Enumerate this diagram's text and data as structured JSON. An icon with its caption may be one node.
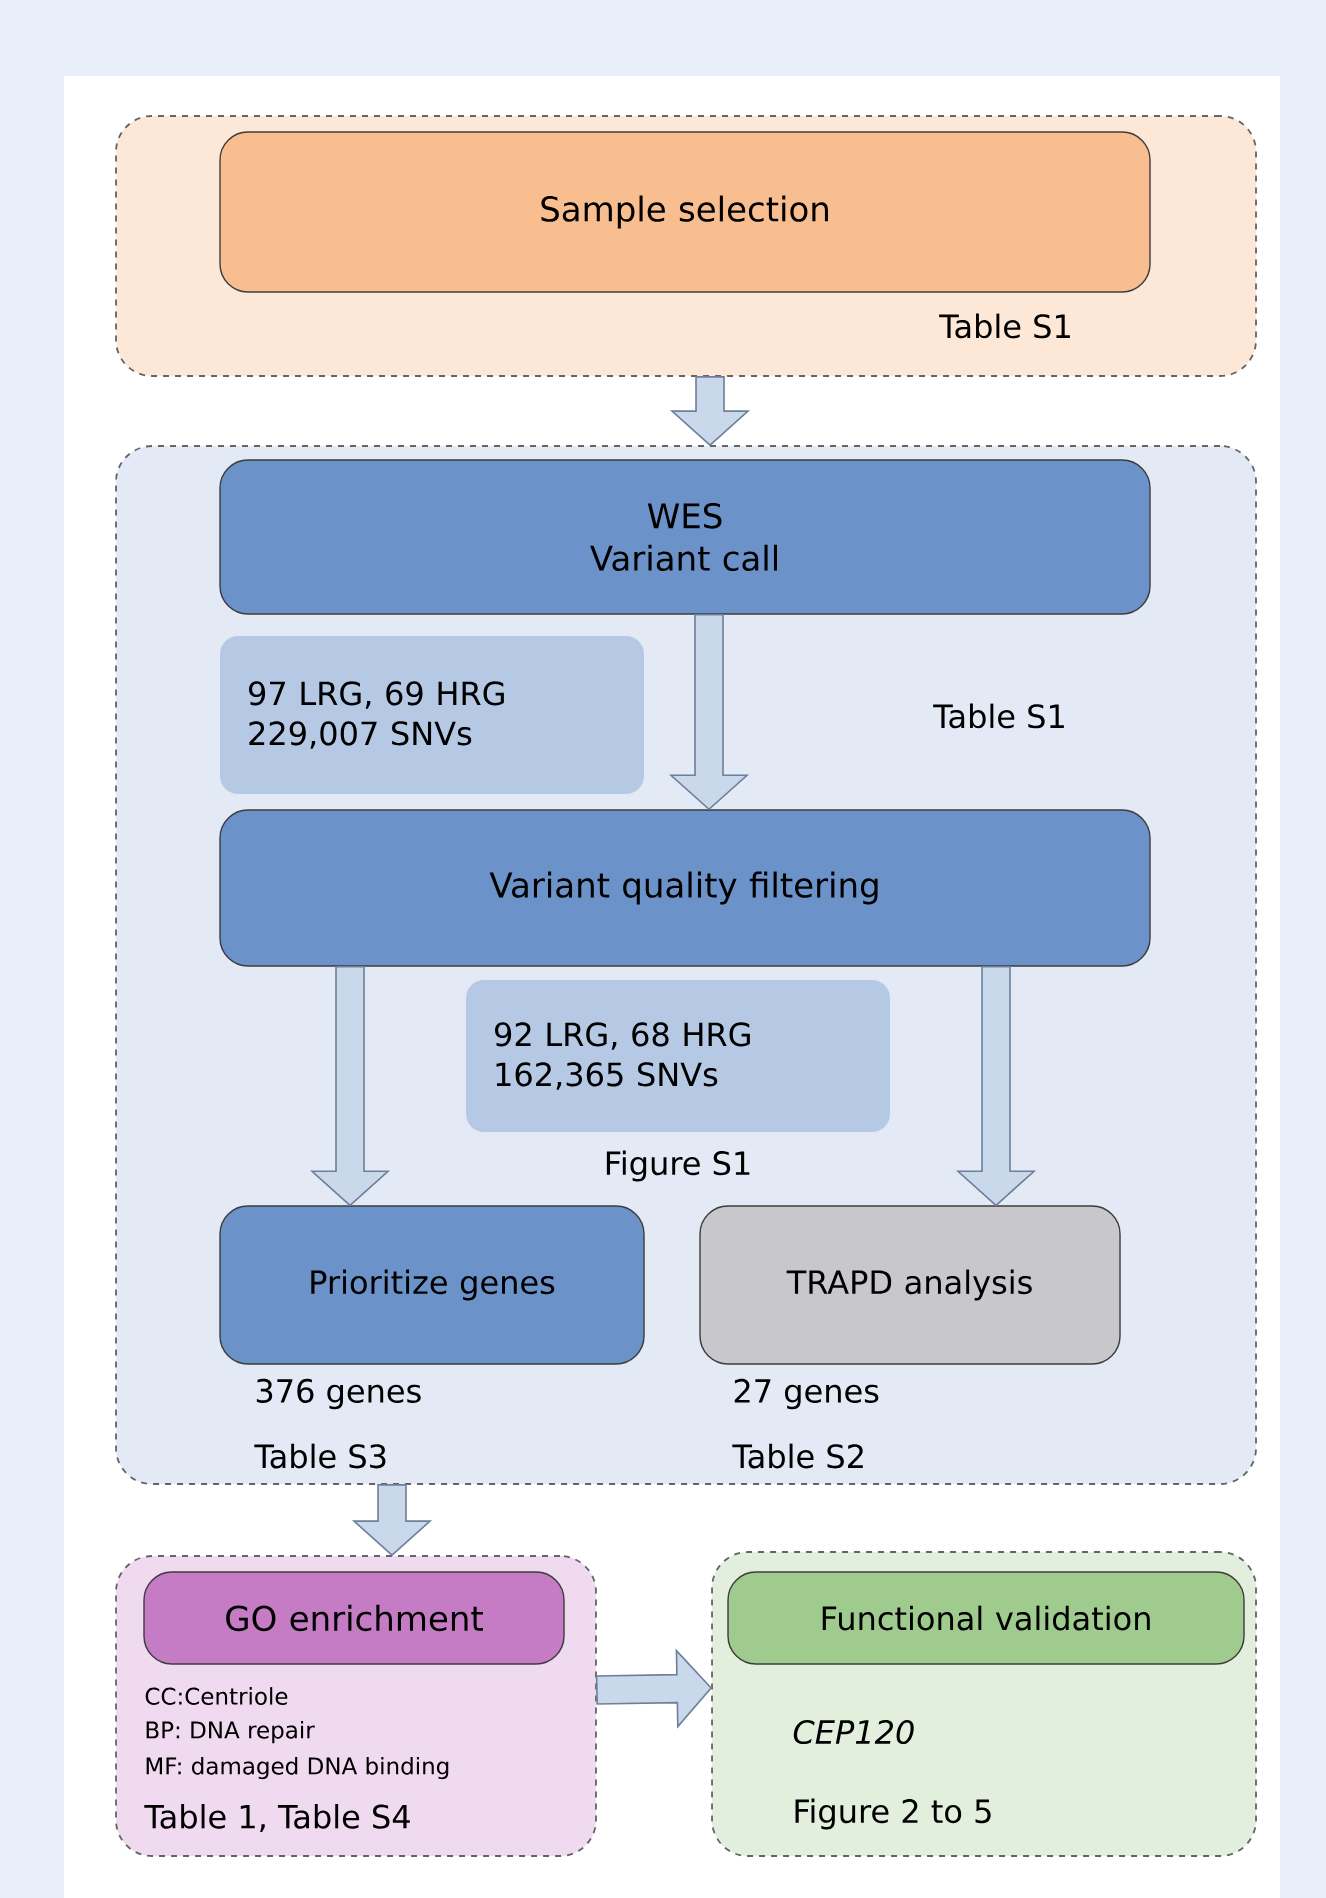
{
  "diagram": {
    "nodes": [
      {
        "text": [
          "Table S1"
        ]
      },
      {
        "text": [
          "Sample selection"
        ],
        "in": 0
      },
      {
        "text": [
          "Table S1"
        ]
      },
      {
        "text": [
          "WES",
          "Variant call"
        ],
        "in": 2
      },
      {
        "text": [
          "97 LRG, 69 HRG 229,007 SNVs"
        ],
        "in": 2
      },
      {
        "text": [
          "Variant quality filtering"
        ],
        "in": 2
      },
      {
        "text": [
          "92 LRG, 68 HRG 162,365 SNVs"
        ],
        "in": 2,
        "beside": [
          "Figure S1"
        ]
      },
      {
        "text": [
          "Prioritize genes"
        ],
        "in": 2,
        "beside": [
          "376 genes",
          "Table S3"
        ]
      },
      {
        "text": [
          "TRAPD analysis"
        ],
        "in": 2,
        "beside": [
          "27 genes",
          "Table S2"
        ]
      },
      {
        "text": [
          "CC:Centriole",
          "BP: DNA repair",
          "MF: damaged DNA binding",
          "Table 1, Table S4"
        ]
      },
      {
        "text": [
          "GO enrichment"
        ],
        "in": 9
      },
      {
        "text": [
          "CEP120",
          "Figure 2 to 5"
        ]
      },
      {
        "text": [
          "Functional validation"
        ],
        "in": 11
      }
    ],
    "edges": [
      {
        "from": 0,
        "to": 2,
        "arrow": "to"
      },
      {
        "from": 3,
        "to": 5,
        "arrow": "to"
      },
      {
        "from": 5,
        "to": 7,
        "arrow": "to"
      },
      {
        "from": 5,
        "to": 8,
        "arrow": "to"
      },
      {
        "from": 2,
        "to": 9,
        "arrow": "to"
      },
      {
        "from": 9,
        "to": 11,
        "arrow": "to"
      }
    ]
  }
}
